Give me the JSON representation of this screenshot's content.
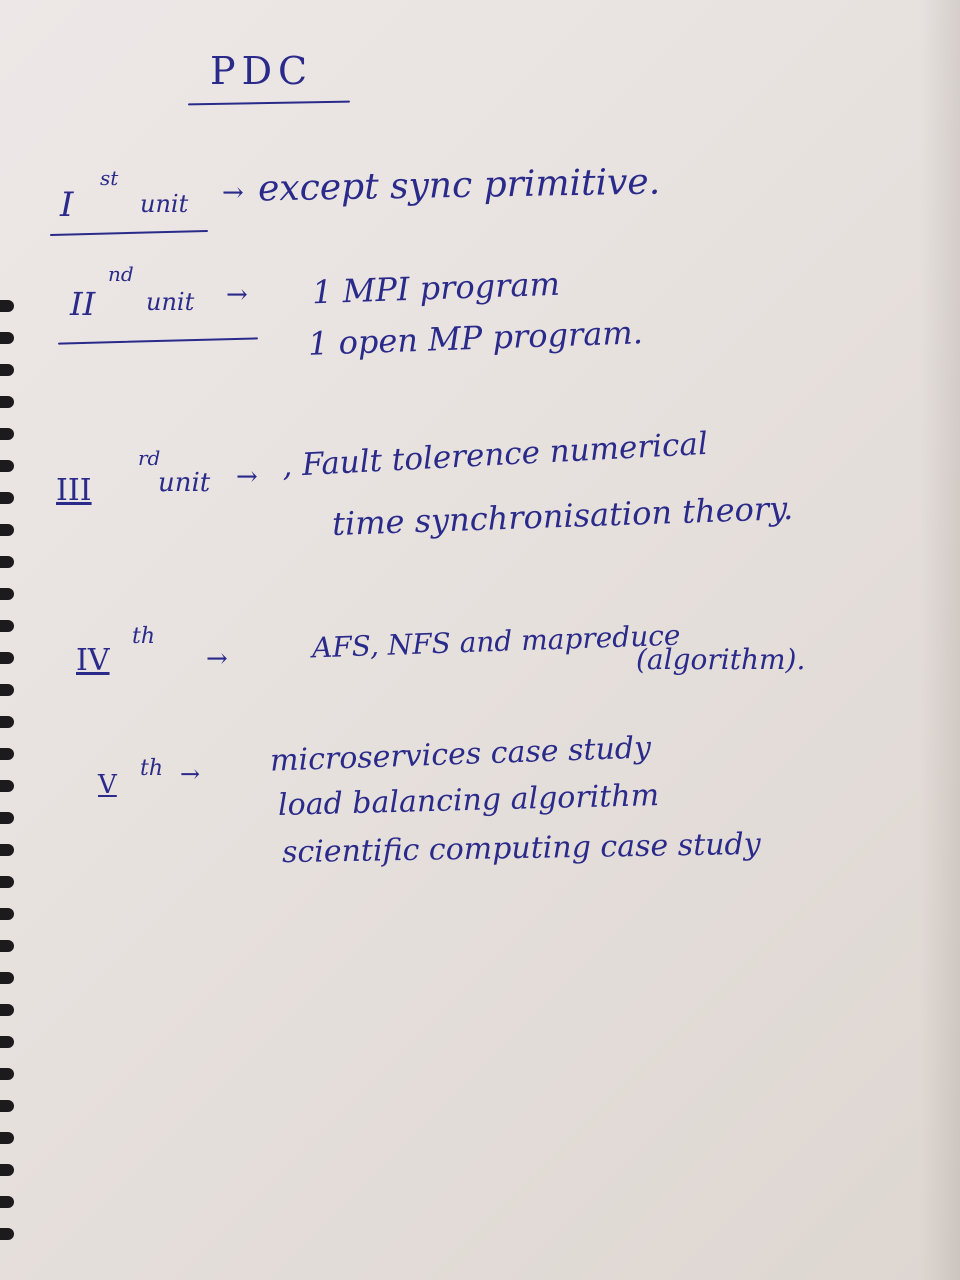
{
  "title": "PDC",
  "units": [
    {
      "numeral": "I",
      "ordinal": "st",
      "word": "unit",
      "arrow": "→",
      "lines": [
        "except sync primitive."
      ]
    },
    {
      "numeral": "II",
      "ordinal": "nd",
      "word": "unit",
      "arrow": "→",
      "lines": [
        "1 MPI program",
        "1 open MP program."
      ]
    },
    {
      "numeral": "III",
      "ordinal": "rd",
      "word": "unit",
      "arrow": "→",
      "lines": [
        ", Fault tolerence numerical",
        "time synchronisation theory."
      ]
    },
    {
      "numeral": "IV",
      "ordinal": "th",
      "word": "",
      "arrow": "→",
      "lines": [
        "AFS, NFS and mapreduce",
        "(algorithm)."
      ]
    },
    {
      "numeral": "V",
      "ordinal": "th",
      "word": "",
      "arrow": "→",
      "lines": [
        "microservices case study",
        "load balancing algorithm",
        "scientific computing case study"
      ]
    }
  ],
  "ink_color": "#2a2a8a",
  "paper_color": "#e9e4e2"
}
